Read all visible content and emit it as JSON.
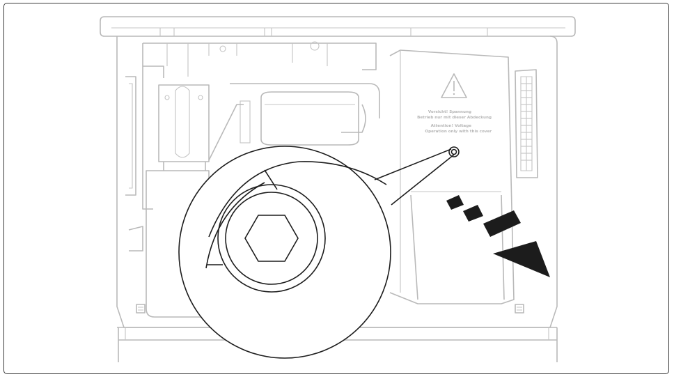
{
  "diagram": {
    "panel_label": {
      "line1": "Vorsicht! Spannung",
      "line2": "Betrieb nur mit dieser Abdeckung",
      "line3": "Attention! Voltage",
      "line4": "Operation only with this cover"
    },
    "colors": {
      "frame": "#3a3a3a",
      "faint_line": "#b9b9b9",
      "callout_line": "#1c1c1c",
      "arrow": "#1c1c1c",
      "background": "#ffffff"
    },
    "icons": {
      "warning": "warning-triangle-icon",
      "bolt": "hex-socket-bolt-icon",
      "arrow": "removal-direction-arrow-icon"
    }
  }
}
